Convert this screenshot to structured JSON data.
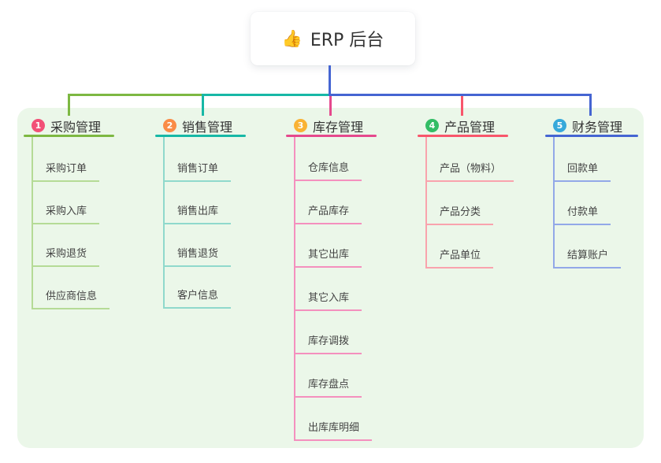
{
  "root": {
    "icon": "👍",
    "label": "ERP 后台"
  },
  "branches": [
    {
      "num": "1",
      "label": "采购管理",
      "items": [
        "采购订单",
        "采购入库",
        "采购退货",
        "供应商信息"
      ]
    },
    {
      "num": "2",
      "label": "销售管理",
      "items": [
        "销售订单",
        "销售出库",
        "销售退货",
        "客户信息"
      ]
    },
    {
      "num": "3",
      "label": "库存管理",
      "items": [
        "仓库信息",
        "产品库存",
        "其它出库",
        "其它入库",
        "库存调拨",
        "库存盘点",
        "出库库明细"
      ]
    },
    {
      "num": "4",
      "label": "产品管理",
      "items": [
        "产品（物料）",
        "产品分类",
        "产品单位"
      ]
    },
    {
      "num": "5",
      "label": "财务管理",
      "items": [
        "回款单",
        "付款单",
        "结算账户"
      ]
    }
  ],
  "colors": {
    "panel_background": "#ebf7e9",
    "branch_line_blue": "#4565d2",
    "branch_line_green": "#7db842",
    "branch_line_teal": "#17b8a6",
    "branch_line_magenta": "#e5498d",
    "branch_line_red": "#f8566b",
    "child_line_green": "#b5db96",
    "child_line_teal": "#8fd9cc",
    "child_line_pink": "#f490be",
    "child_line_coral": "#f9a3ad",
    "child_line_blue": "#92a8e8",
    "badge_1": "#f25077",
    "badge_2": "#fa8c47",
    "badge_3": "#f9b234",
    "badge_4": "#33bd65",
    "badge_5": "#36a9da"
  }
}
